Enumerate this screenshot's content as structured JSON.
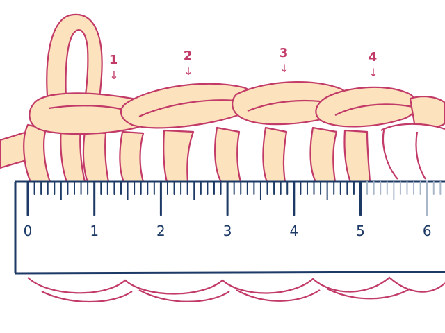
{
  "colors": {
    "yarn_fill": "#fce3bd",
    "yarn_stroke": "#c23a68",
    "ruler_ink": "#1d3a66",
    "ruler_fade": "#a9b7c9",
    "background": "#ffffff"
  },
  "stitch_labels": [
    "1",
    "2",
    "3",
    "4"
  ],
  "arrow_glyph": "↓",
  "ruler": {
    "numbers": [
      "0",
      "1",
      "2",
      "3",
      "4",
      "5",
      "6"
    ],
    "minor_ticks_per_unit": 10,
    "faded_from": 5
  },
  "icons": {
    "stitch_arrow": "down-arrow-icon"
  }
}
